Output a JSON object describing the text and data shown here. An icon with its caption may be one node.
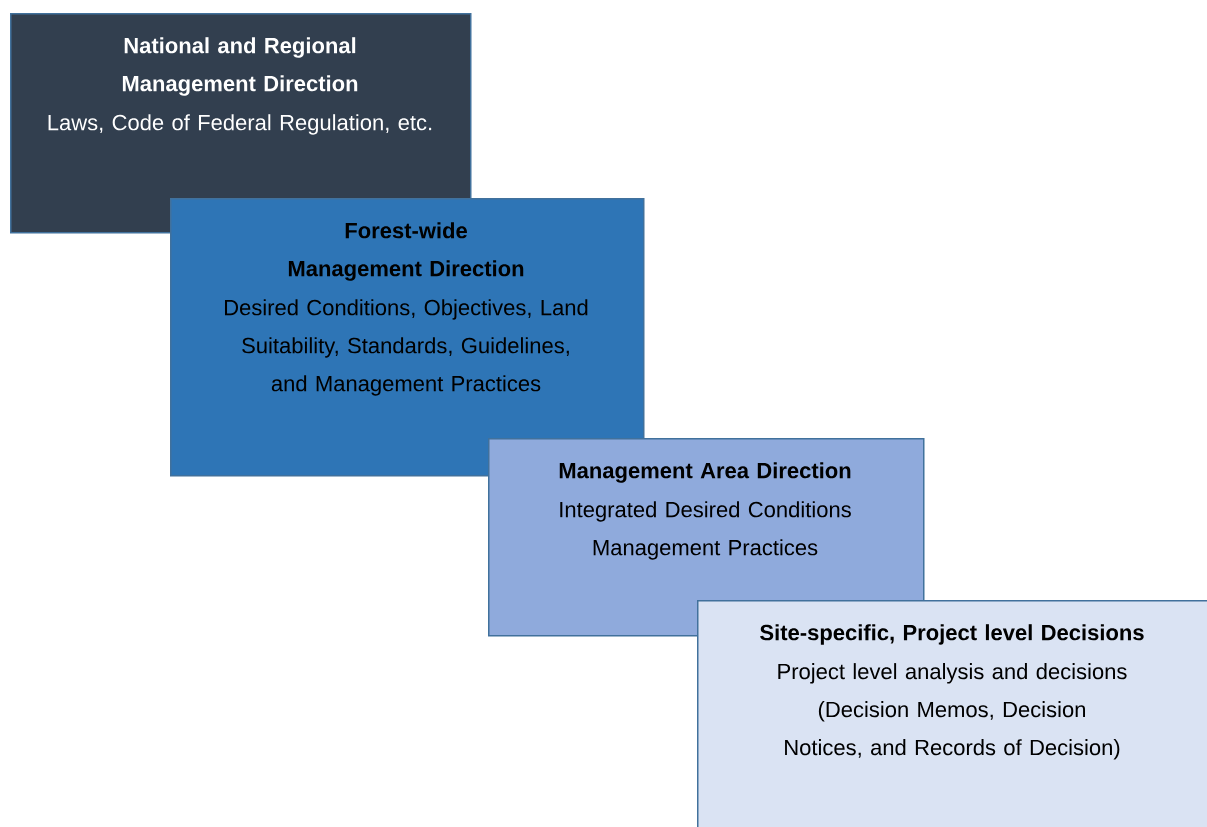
{
  "diagram": {
    "nodes": [
      {
        "text": [
          "National and Regional Management Direction",
          "Laws, Code of Federal Regulation, etc."
        ]
      },
      {
        "text": [
          "Forest-wide Management Direction",
          "Desired Conditions, Objectives, Land Suitability, Standards, Guidelines, and Management Practices"
        ]
      },
      {
        "text": [
          "Management Area Direction",
          "Integrated Desired Conditions Management Practices"
        ]
      },
      {
        "text": [
          "Site-specific, Project level Decisions",
          "Project level analysis and decisions (Decision Memos, Decision Notices, and Records of Decision)"
        ]
      }
    ]
  }
}
